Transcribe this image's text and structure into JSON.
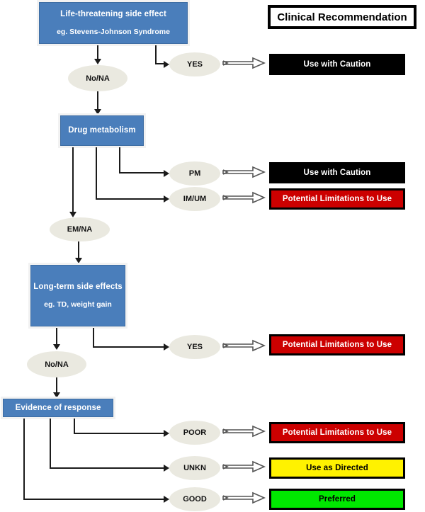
{
  "header": {
    "title": "Clinical Recommendation"
  },
  "decision_boxes": [
    {
      "id": "life-threatening",
      "title": "Life-threatening side effect",
      "subtitle": "eg. Stevens-Johnson Syndrome"
    },
    {
      "id": "drug-metabolism",
      "title": "Drug metabolism",
      "subtitle": ""
    },
    {
      "id": "long-term",
      "title": "Long-term side effects",
      "subtitle": "eg. TD, weight gain"
    },
    {
      "id": "evidence-of-response",
      "title": "Evidence of response",
      "subtitle": ""
    }
  ],
  "outcome_nodes": [
    {
      "id": "no-na-1",
      "label": "No/NA"
    },
    {
      "id": "yes-1",
      "label": "YES"
    },
    {
      "id": "pm",
      "label": "PM"
    },
    {
      "id": "im-um",
      "label": "IM/UM"
    },
    {
      "id": "em-na",
      "label": "EM/NA"
    },
    {
      "id": "no-na-2",
      "label": "No/NA"
    },
    {
      "id": "yes-2",
      "label": "YES"
    },
    {
      "id": "poor",
      "label": "POOR"
    },
    {
      "id": "unkn",
      "label": "UNKN"
    },
    {
      "id": "good",
      "label": "GOOD"
    }
  ],
  "recommendations": [
    {
      "id": "rec-yes-1",
      "label": "Use with Caution",
      "style": "black",
      "color": "#000000"
    },
    {
      "id": "rec-pm",
      "label": "Use with Caution",
      "style": "black",
      "color": "#000000"
    },
    {
      "id": "rec-im-um",
      "label": "Potential Limitations to Use",
      "style": "red",
      "color": "#CC0000"
    },
    {
      "id": "rec-yes-2",
      "label": "Potential Limitations to Use",
      "style": "red",
      "color": "#CC0000"
    },
    {
      "id": "rec-poor",
      "label": "Potential Limitations to Use",
      "style": "red",
      "color": "#CC0000"
    },
    {
      "id": "rec-unkn",
      "label": "Use as Directed",
      "style": "yellow",
      "color": "#FFF200"
    },
    {
      "id": "rec-good",
      "label": "Preferred",
      "style": "green",
      "color": "#00E800"
    }
  ],
  "palette": {
    "decision_box_fill": "#4A7EBB",
    "ellipse_fill": "#EAE9E0",
    "connector": "#1b1b1b",
    "caution": "#000000",
    "limitations": "#CC0000",
    "as_directed": "#FFF200",
    "preferred": "#00E800"
  }
}
